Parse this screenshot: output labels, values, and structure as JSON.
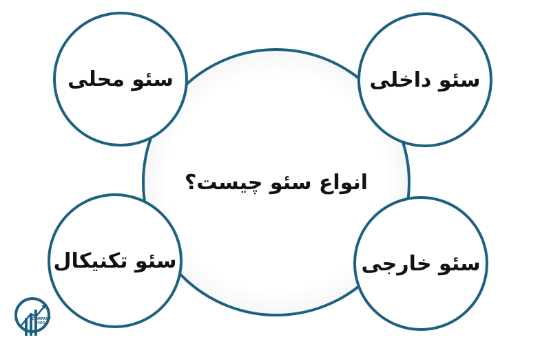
{
  "diagram": {
    "center": {
      "label": "انواع سئو چیست؟"
    },
    "top_left": {
      "label": "سئو محلی"
    },
    "top_right": {
      "label": "سئو داخلی"
    },
    "bottom_left": {
      "label": "سئو تکنیکال"
    },
    "bottom_right": {
      "label": "سئو خارجی"
    }
  },
  "logo": {
    "text_line1": "COMPANY",
    "text_line2": "SEO"
  },
  "colors": {
    "circle_border": "#1d617f",
    "text": "#111111"
  }
}
